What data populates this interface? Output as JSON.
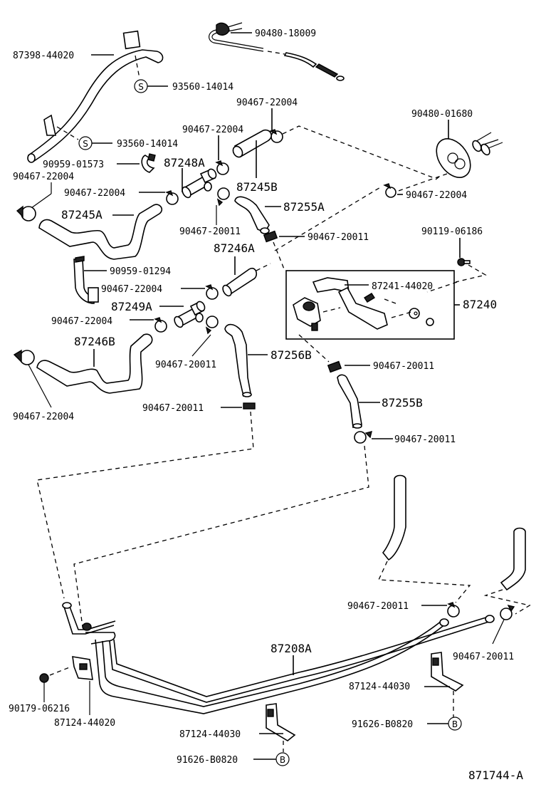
{
  "diagram": {
    "title_code": "871744-A",
    "labels": {
      "l01": "87398-44020",
      "l02": "90480-18009",
      "l03": "93560-14014",
      "l04": "93560-14014",
      "l05": "90467-22004",
      "l06": "90467-22004",
      "l07": "90480-01680",
      "l08": "90959-01573",
      "l09": "87248A",
      "l10": "90467-22004",
      "l11": "90467-22004",
      "l12": "87245B",
      "l13": "87245A",
      "l14": "90467-20011",
      "l15": "87255A",
      "l16": "90467-22004",
      "l17": "90467-20011",
      "l18": "90119-06186",
      "l19": "87246A",
      "l20": "90959-01294",
      "l21": "90467-22004",
      "l22": "87241-44020",
      "l23": "87249A",
      "l24": "87240",
      "l25": "90467-22004",
      "l26": "87246B",
      "l27": "87256B",
      "l28": "90467-20011",
      "l29": "90467-20011",
      "l30": "90467-22004",
      "l31": "90467-20011",
      "l32": "87255B",
      "l33": "90467-20011",
      "l34": "90467-20011",
      "l35": "87208A",
      "l36": "90467-20011",
      "l37": "90179-06216",
      "l38": "87124-44020",
      "l39": "87124-44030",
      "l40": "87124-44030",
      "l41": "91626-B0820",
      "l42": "91626-B0820"
    },
    "symbols": {
      "s_mark": "S",
      "b_mark": "B"
    }
  }
}
